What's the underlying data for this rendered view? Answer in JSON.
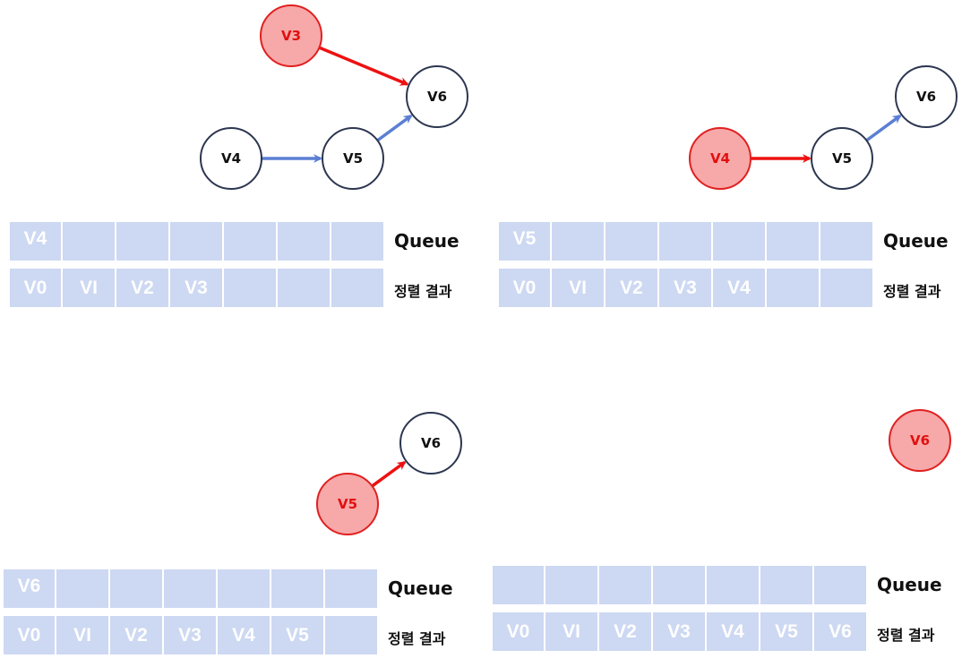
{
  "panels": [
    {
      "id": "panel-1",
      "graph": {
        "nodes": [
          {
            "id": "V3",
            "label": "V3",
            "state": "current"
          },
          {
            "id": "V6",
            "label": "V6",
            "state": "pending"
          },
          {
            "id": "V4",
            "label": "V4",
            "state": "pending"
          },
          {
            "id": "V5",
            "label": "V5",
            "state": "pending"
          }
        ],
        "edges": [
          {
            "from": "V3",
            "to": "V6",
            "state": "removed"
          },
          {
            "from": "V4",
            "to": "V5",
            "state": "normal"
          },
          {
            "from": "V5",
            "to": "V6",
            "state": "normal"
          }
        ]
      },
      "queue": [
        "V4",
        "",
        "",
        "",
        "",
        "",
        ""
      ],
      "result": [
        "V0",
        "VI",
        "V2",
        "V3",
        "",
        "",
        ""
      ]
    },
    {
      "id": "panel-2",
      "graph": {
        "nodes": [
          {
            "id": "V6",
            "label": "V6",
            "state": "pending"
          },
          {
            "id": "V4",
            "label": "V4",
            "state": "current"
          },
          {
            "id": "V5",
            "label": "V5",
            "state": "pending"
          }
        ],
        "edges": [
          {
            "from": "V4",
            "to": "V5",
            "state": "removed"
          },
          {
            "from": "V5",
            "to": "V6",
            "state": "normal"
          }
        ]
      },
      "queue": [
        "V5",
        "",
        "",
        "",
        "",
        "",
        ""
      ],
      "result": [
        "V0",
        "VI",
        "V2",
        "V3",
        "V4",
        "",
        ""
      ]
    },
    {
      "id": "panel-3",
      "graph": {
        "nodes": [
          {
            "id": "V6",
            "label": "V6",
            "state": "pending"
          },
          {
            "id": "V5",
            "label": "V5",
            "state": "current"
          }
        ],
        "edges": [
          {
            "from": "V5",
            "to": "V6",
            "state": "removed"
          }
        ]
      },
      "queue": [
        "V6",
        "",
        "",
        "",
        "",
        "",
        ""
      ],
      "result": [
        "V0",
        "VI",
        "V2",
        "V3",
        "V4",
        "V5",
        ""
      ]
    },
    {
      "id": "panel-4",
      "graph": {
        "nodes": [
          {
            "id": "V6",
            "label": "V6",
            "state": "current"
          }
        ],
        "edges": []
      },
      "queue": [
        "",
        "",
        "",
        "",
        "",
        "",
        ""
      ],
      "result": [
        "V0",
        "VI",
        "V2",
        "V3",
        "V4",
        "V5",
        "V6"
      ]
    }
  ],
  "labels": {
    "queue": "Queue",
    "result": "정렬 결과"
  },
  "colors": {
    "cell_fill": "#cdd8f2",
    "cell_text": "#ffffff",
    "node_stroke": "#2c3650",
    "node_current_fill": "#f7a8a8",
    "node_current_stroke": "#e02020",
    "node_current_text": "#e01010",
    "edge_normal": "#5b7fd4",
    "edge_removed": "#ee1111"
  }
}
